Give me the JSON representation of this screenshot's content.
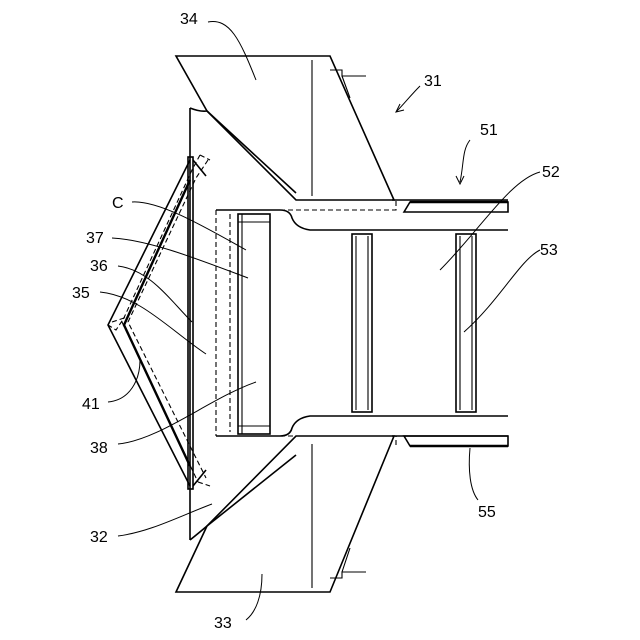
{
  "figure": {
    "labels": {
      "l34": "34",
      "l31": "31",
      "l51": "51",
      "l52": "52",
      "lC": "C",
      "l37": "37",
      "l53": "53",
      "l36": "36",
      "l35": "35",
      "l41": "41",
      "l38": "38",
      "l55": "55",
      "l32": "32",
      "l33": "33"
    }
  }
}
